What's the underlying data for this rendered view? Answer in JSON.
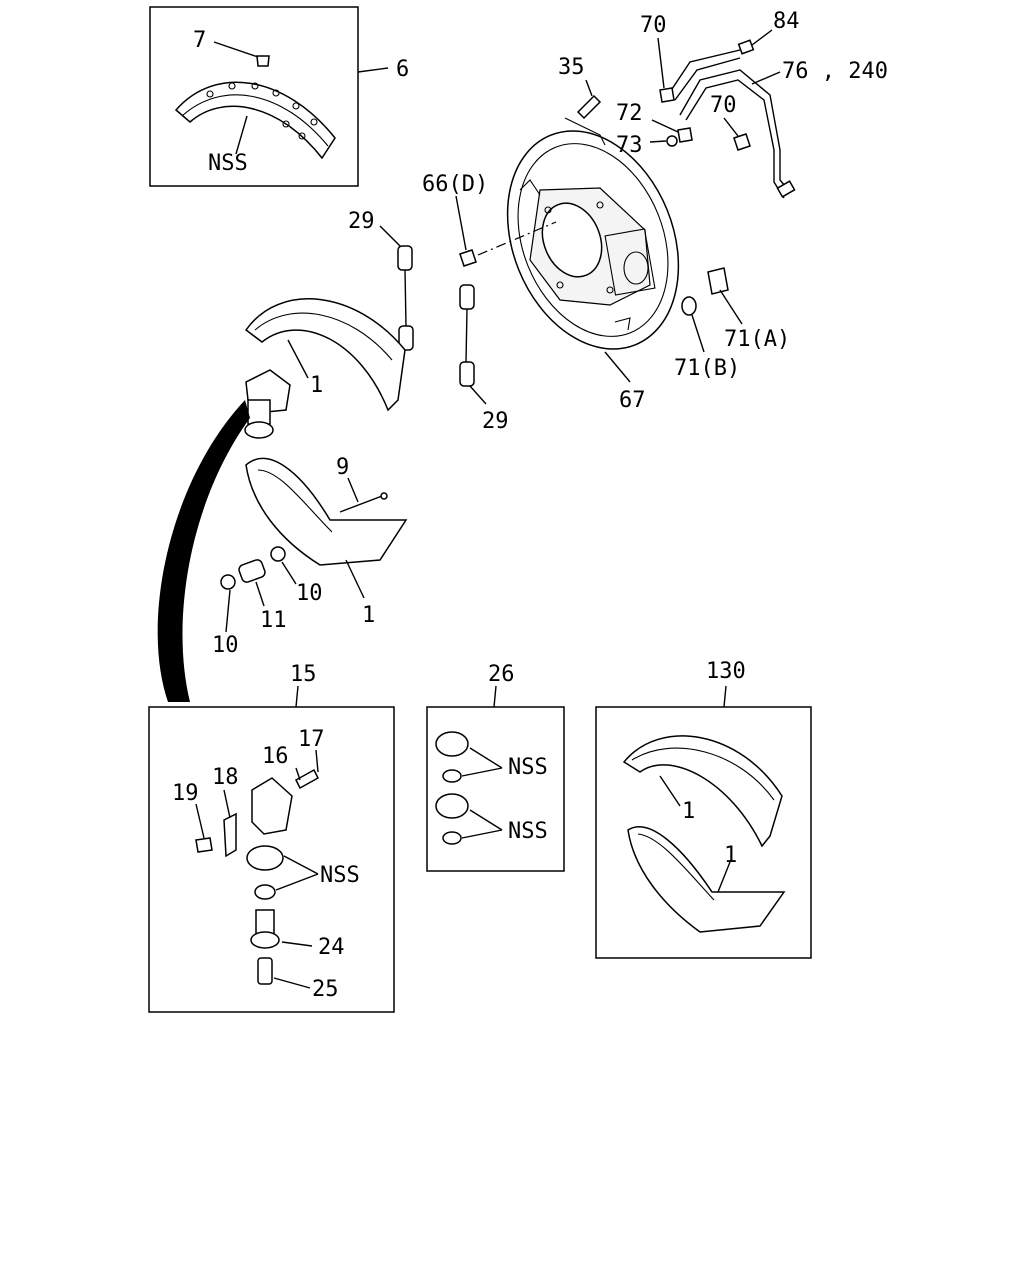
{
  "diagram": {
    "callouts": {
      "c7": "7",
      "c6": "6",
      "c_nss_top": "NSS",
      "c35": "35",
      "c70a": "70",
      "c84": "84",
      "c76": "76 , 240",
      "c72": "72",
      "c70b": "70",
      "c73": "73",
      "c66": "66(D)",
      "c29a": "29",
      "c29b": "29",
      "c71a": "71(A)",
      "c71b": "71(B)",
      "c67": "67",
      "c1a": "1",
      "c9": "9",
      "c10a": "10",
      "c11": "11",
      "c10b": "10",
      "c1b": "1",
      "c15": "15",
      "c16": "16",
      "c17": "17",
      "c18": "18",
      "c19": "19",
      "c_nss_15": "NSS",
      "c24": "24",
      "c25": "25",
      "c26": "26",
      "c_nss_26a": "NSS",
      "c_nss_26b": "NSS",
      "c130": "130",
      "c1c": "1",
      "c1d": "1"
    }
  }
}
